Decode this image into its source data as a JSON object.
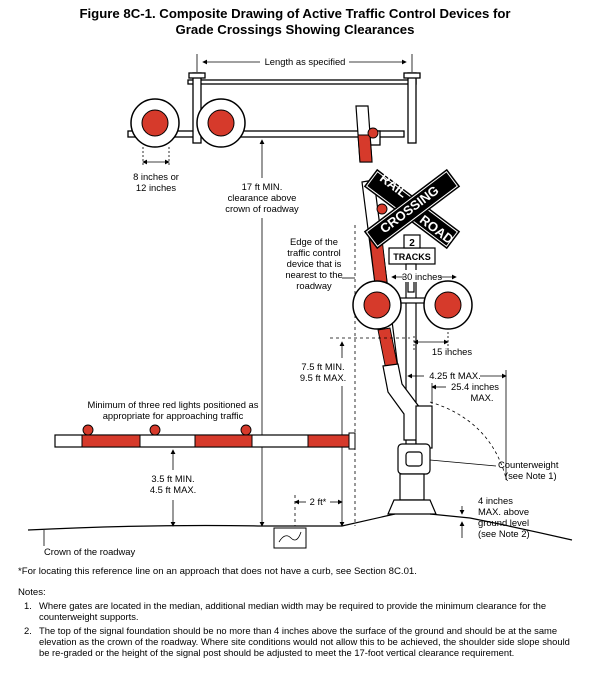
{
  "title": {
    "line1": "Figure 8C-1.  Composite Drawing of Active Traffic Control Devices for",
    "line2": "Grade Crossings Showing Clearances"
  },
  "dimensions": {
    "length": "Length as specified",
    "spacing_line1": "8 inches or",
    "spacing_line2": "12 inches",
    "clearance_line1": "17 ft MIN.",
    "clearance_line2": "clearance above",
    "clearance_line3": "crown of roadway",
    "edge_line1": "Edge of the",
    "edge_line2": "traffic control",
    "edge_line3": "device that is",
    "edge_line4": "nearest to the",
    "edge_line5": "roadway",
    "thirty": "30 inches",
    "fifteen": "15 inches",
    "gate_height_line1": "7.5 ft MIN.",
    "gate_height_line2": "9.5 ft MAX.",
    "offset_425": "4.25 ft MAX.",
    "offset_254_line1": "25.4 inches",
    "offset_254_line2": "MAX.",
    "lights_line1": "Minimum of three red lights positioned as",
    "lights_line2": "appropriate for approaching traffic",
    "arm_height_line1": "3.5 ft MIN.",
    "arm_height_line2": "4.5 ft MAX.",
    "two_ft": "2 ft*",
    "counterweight_line1": "Counterweight",
    "counterweight_line2": "(see Note 1)",
    "foundation_line1": "4 inches",
    "foundation_line2": "MAX. above",
    "foundation_line3": "ground level",
    "foundation_line4": "(see Note 2)",
    "crown": "Crown of the roadway"
  },
  "sign": {
    "left_word": "RAIL",
    "right_word": "ROAD",
    "cross_word": "CROSSING",
    "tracks_number": "2",
    "tracks_word": "TRACKS"
  },
  "footnote": "*For locating this reference line on an approach that does not have a curb, see Section 8C.01.",
  "notes_heading": "Notes:",
  "notes": [
    {
      "num": "1.",
      "text": "Where gates are located in the median, additional median width may be required to provide the minimum clearance for the counterweight supports."
    },
    {
      "num": "2.",
      "text": "The top of the signal foundation should be no more than 4 inches above the surface of the ground and should be at the same elevation as the crown of the roadway.  Where site conditions would not allow this to be achieved, the shoulder side slope should be re-graded or the height of the signal post should be adjusted to meet the 17-foot vertical clearance requirement."
    }
  ],
  "colors": {
    "signal_red": "#d63a2b",
    "line": "#000000"
  }
}
